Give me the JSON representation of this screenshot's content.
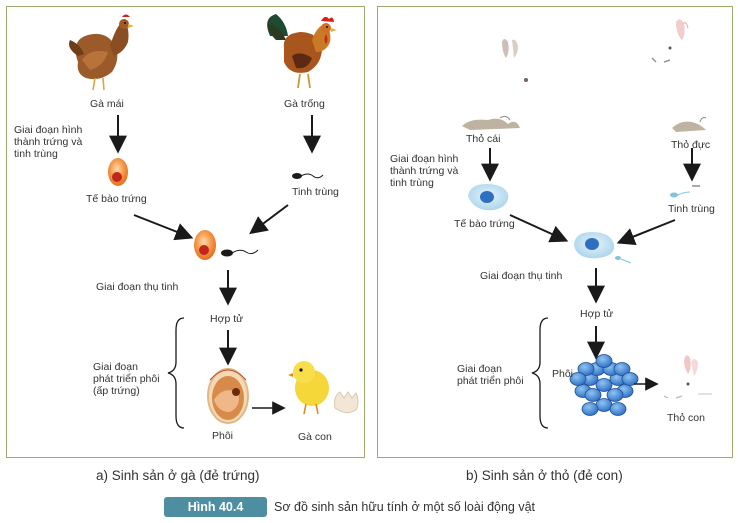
{
  "chicken": {
    "hen": "Gà mái",
    "rooster": "Gà trống",
    "stage_gametes": "Giai đoạn hình\nthành trứng và\ntinh trùng",
    "egg_cell": "Tế bào trứng",
    "sperm": "Tinh trùng",
    "stage_fertilization": "Giai đoạn thụ tinh",
    "zygote": "Hợp tử",
    "stage_embryo": "Giai đoạn\nphát triển phôi\n(ấp trứng)",
    "embryo": "Phôi",
    "chick": "Gà con",
    "caption": "a) Sinh sản ở gà (đẻ trứng)"
  },
  "rabbit": {
    "female": "Thỏ cái",
    "male": "Thỏ đực",
    "stage_gametes": "Giai đoạn hình\nthành trứng và\ntinh trùng",
    "egg_cell": "Tế bào trứng",
    "sperm": "Tinh trùng",
    "stage_fertilization": "Giai đoạn thụ tinh",
    "zygote": "Hợp tử",
    "stage_embryo": "Giai đoạn\nphát triển phôi",
    "embryo": "Phôi",
    "baby": "Thỏ con",
    "caption": "b) Sinh sản ở thỏ (đẻ con)"
  },
  "figure": {
    "label": "Hình 40.4",
    "title": "Sơ đồ sinh sản hữu tính ở một số loài động vật"
  },
  "colors": {
    "frame": "#9aab6e",
    "badge": "#4d8ea1",
    "arrow": "#1a1a1a",
    "egg_outer": "#f08a3c",
    "egg_nucleus": "#c0261c",
    "rabbit_cell": "#bfe0f2",
    "rabbit_nucleus": "#2f6fc0"
  }
}
